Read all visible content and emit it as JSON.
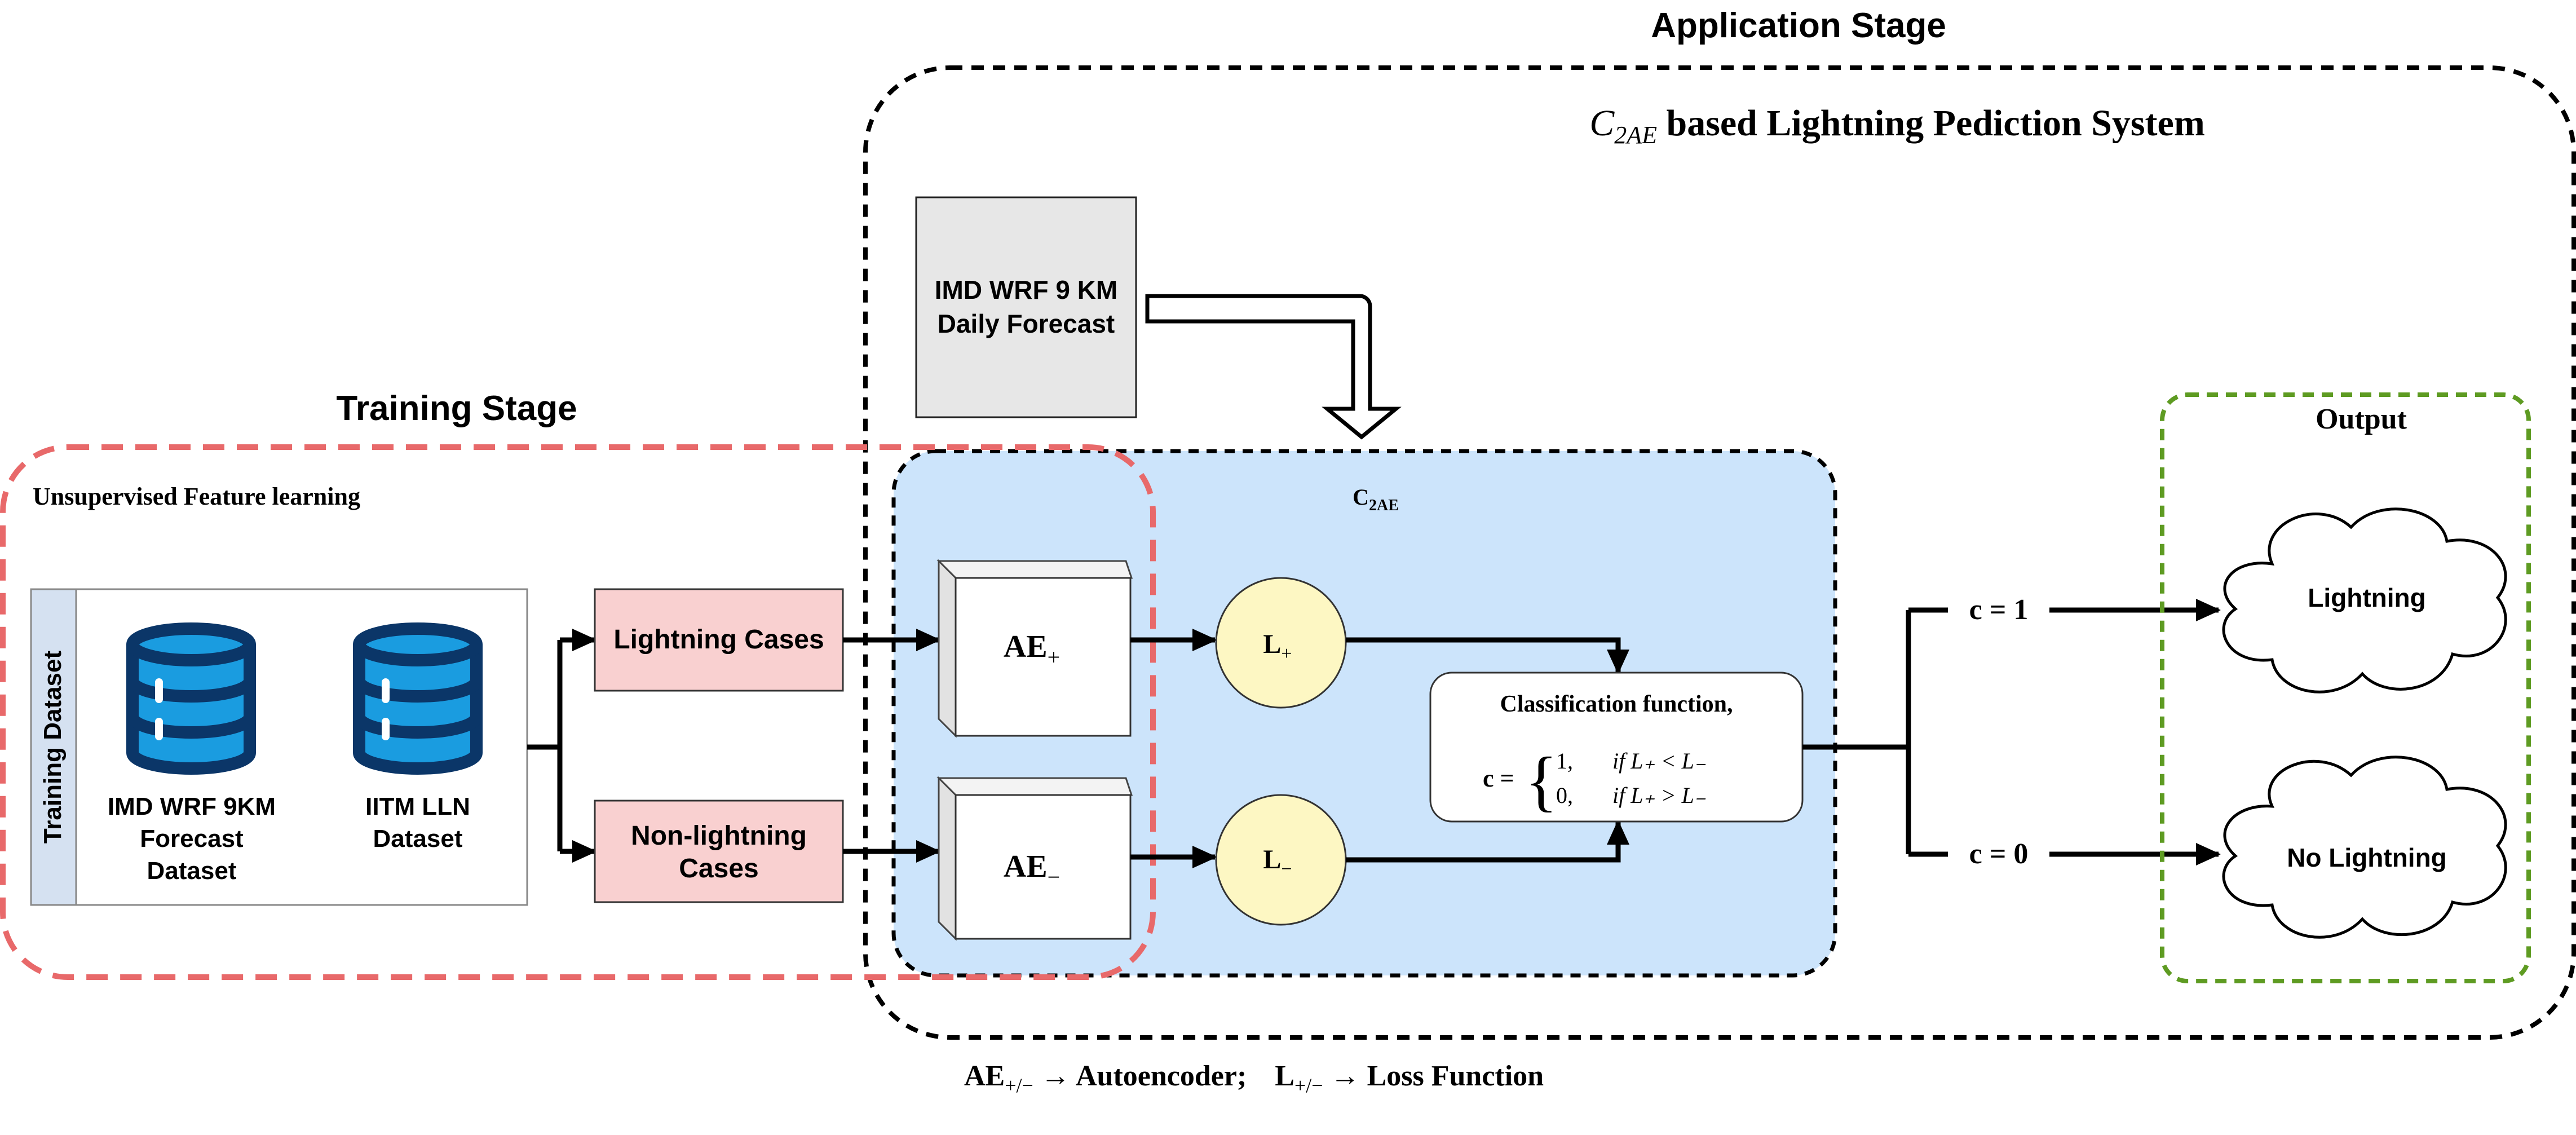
{
  "application_stage": {
    "title": "Application Stage",
    "system_title_symbol": "C",
    "system_title_subscript": "2AE",
    "system_title_rest": " based Lightning Pediction System"
  },
  "forecast_input": {
    "line1": "IMD WRF 9 KM",
    "line2": "Daily Forecast"
  },
  "training_stage": {
    "title": "Training Stage",
    "subtitle": "Unsupervised Feature learning",
    "dataset_label": "Training Dataset",
    "datasets": [
      {
        "icon": "database-icon",
        "lines": [
          "IMD WRF 9KM",
          "Forecast",
          "Dataset"
        ]
      },
      {
        "icon": "database-icon",
        "lines": [
          "IITM LLN",
          "Dataset"
        ]
      }
    ],
    "cases": {
      "lightning": "Lightning Cases",
      "non_lightning_line1": "Non-lightning",
      "non_lightning_line2": "Cases"
    }
  },
  "c2ae": {
    "label": "C",
    "label_sub": "2AE",
    "ae_plus": "AE",
    "ae_plus_sub": "+",
    "ae_minus": "AE",
    "ae_minus_sub": "−",
    "loss_plus": "L",
    "loss_plus_sub": "+",
    "loss_minus": "L",
    "loss_minus_sub": "−",
    "classification": {
      "title": "Classification function,",
      "lhs": "c =",
      "case1_value": "1,",
      "case1_cond": "if L₊ < L₋",
      "case2_value": "0,",
      "case2_cond": "if L₊ > L₋"
    }
  },
  "decision": {
    "c1": "c = 1",
    "c0": "c = 0"
  },
  "output": {
    "title": "Output",
    "lightning": "Lightning",
    "no_lightning": "No Lightning"
  },
  "legend": {
    "ae_text": "AE",
    "ae_sub": "+/−",
    "ae_desc": " → Autoencoder;",
    "l_text": "L",
    "l_sub": "+/−",
    "l_desc": " → Loss Function"
  },
  "colors": {
    "training_border": "#e8696a",
    "application_border": "#000000",
    "c2ae_fill": "#cce4fb",
    "output_border": "#5e9b22",
    "case_fill": "#f9d0d0",
    "loss_fill": "#fdf7c3",
    "forecast_fill": "#e7e7e7",
    "dataset_label_fill": "#d5e1f1",
    "database_fill": "#1a9ce0",
    "database_stroke": "#0b3668"
  }
}
